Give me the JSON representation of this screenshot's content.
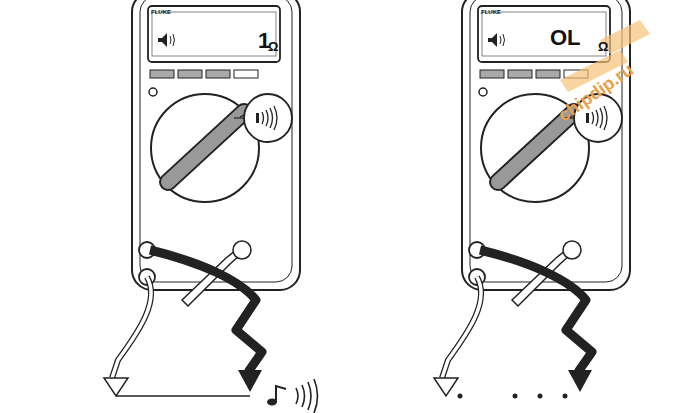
{
  "diagram": {
    "labels": [
      "FLUKE",
      "1",
      "Ω",
      "FLUKE",
      "OL",
      "Ω",
      "chipdip.ru"
    ]
  }
}
